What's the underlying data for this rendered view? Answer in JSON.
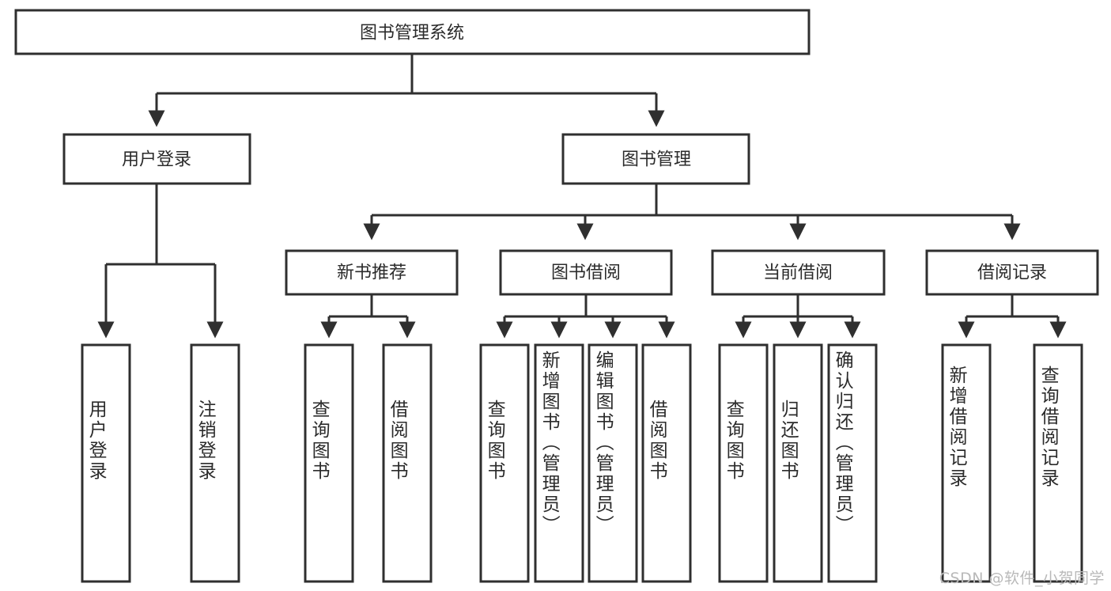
{
  "diagram": {
    "title": "图书管理系统",
    "type": "tree-hierarchy",
    "watermark": "CSDN @软件_小贺同学",
    "colors": {
      "stroke": "#2f2f2f",
      "fill": "#ffffff",
      "text": "#2b2b2b",
      "watermark": "#b9b9b9"
    },
    "levels": {
      "root": {
        "label": "图书管理系统"
      },
      "level2": [
        {
          "label": "用户登录"
        },
        {
          "label": "图书管理"
        }
      ],
      "level3": [
        {
          "label": "新书推荐"
        },
        {
          "label": "图书借阅"
        },
        {
          "label": "当前借阅"
        },
        {
          "label": "借阅记录"
        }
      ]
    },
    "leaves": {
      "user_login": [
        {
          "label": "用户登录"
        },
        {
          "label": "注销登录"
        }
      ],
      "new_book_recommend": [
        {
          "label": "查询图书"
        },
        {
          "label": "借阅图书"
        }
      ],
      "book_borrow": [
        {
          "label": "查询图书"
        },
        {
          "label": "新增图书（管理员）"
        },
        {
          "label": "编辑图书（管理员）"
        },
        {
          "label": "借阅图书"
        }
      ],
      "current_borrow": [
        {
          "label": "查询图书"
        },
        {
          "label": "归还图书"
        },
        {
          "label": "确认归还（管理员）"
        }
      ],
      "borrow_record": [
        {
          "label": "新增借阅记录"
        },
        {
          "label": "查询借阅记录"
        }
      ]
    }
  }
}
